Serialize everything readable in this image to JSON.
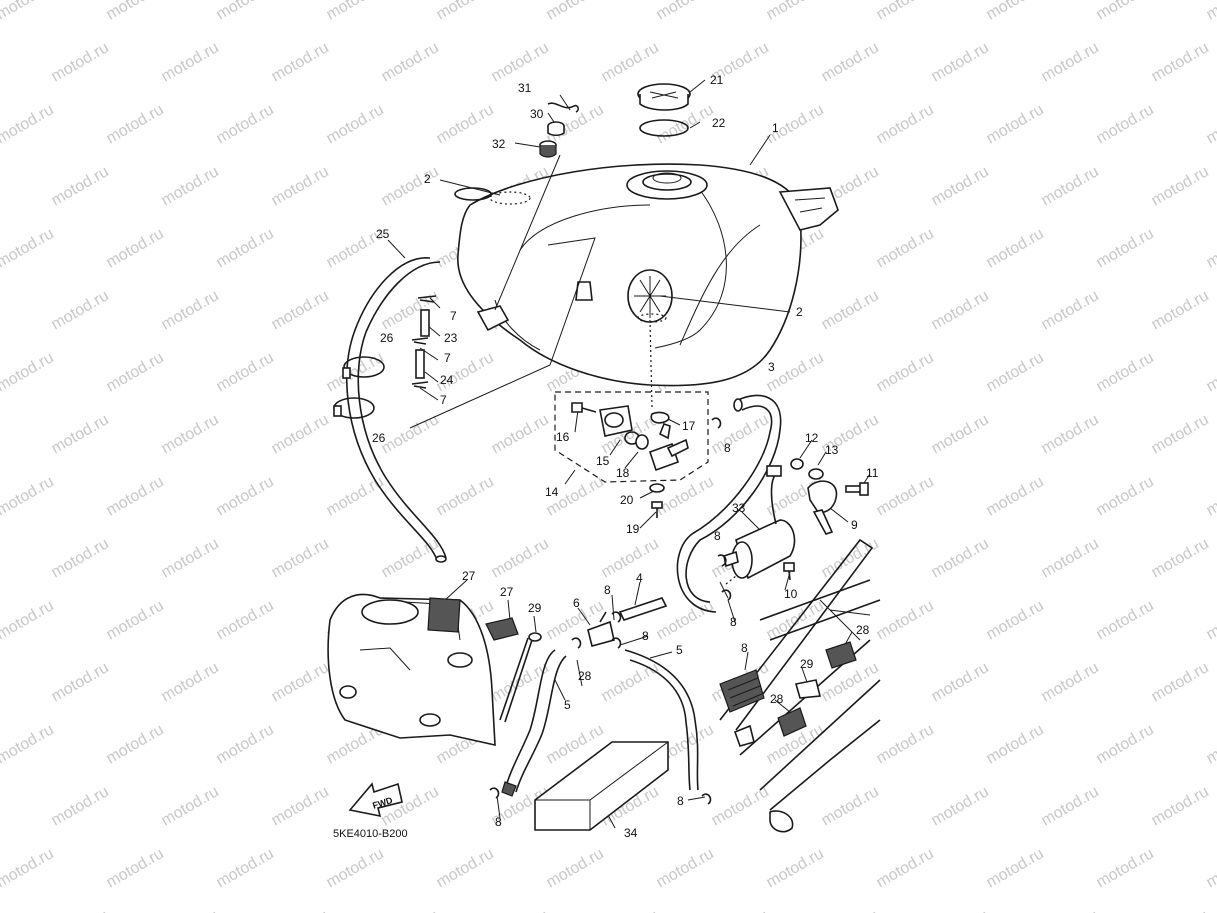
{
  "watermark": {
    "text": "motod.ru",
    "color": "#c8c8c8"
  },
  "diagram_code": "5KE4010-B200",
  "fwd_arrow": {
    "text": "FWD"
  },
  "callouts": [
    {
      "text": "31"
    },
    {
      "text": "21"
    },
    {
      "text": "30"
    },
    {
      "text": "22"
    },
    {
      "text": "1"
    },
    {
      "text": "32"
    },
    {
      "text": "2"
    },
    {
      "text": "25"
    },
    {
      "text": "2"
    },
    {
      "text": "7"
    },
    {
      "text": "23"
    },
    {
      "text": "26"
    },
    {
      "text": "7"
    },
    {
      "text": "24"
    },
    {
      "text": "3"
    },
    {
      "text": "7"
    },
    {
      "text": "26"
    },
    {
      "text": "16"
    },
    {
      "text": "17"
    },
    {
      "text": "8"
    },
    {
      "text": "15"
    },
    {
      "text": "18"
    },
    {
      "text": "12"
    },
    {
      "text": "13"
    },
    {
      "text": "14"
    },
    {
      "text": "11"
    },
    {
      "text": "20"
    },
    {
      "text": "9"
    },
    {
      "text": "19"
    },
    {
      "text": "33"
    },
    {
      "text": "8"
    },
    {
      "text": "27"
    },
    {
      "text": "4"
    },
    {
      "text": "10"
    },
    {
      "text": "27"
    },
    {
      "text": "8"
    },
    {
      "text": "29"
    },
    {
      "text": "6"
    },
    {
      "text": "8"
    },
    {
      "text": "28"
    },
    {
      "text": "8"
    },
    {
      "text": "5"
    },
    {
      "text": "8"
    },
    {
      "text": "29"
    },
    {
      "text": "28"
    },
    {
      "text": "28"
    },
    {
      "text": "5"
    },
    {
      "text": "8"
    },
    {
      "text": "8"
    },
    {
      "text": "34"
    }
  ]
}
